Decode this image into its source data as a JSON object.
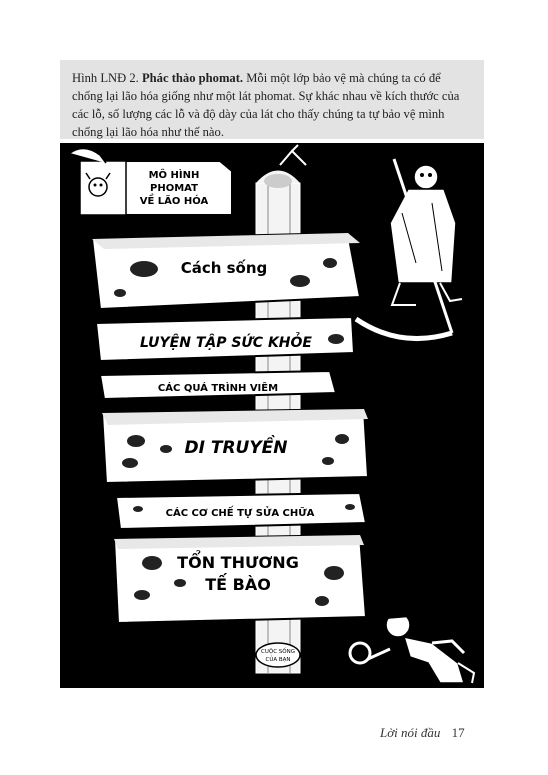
{
  "caption": {
    "figure_label": "Hình LNĐ 2.",
    "figure_title": "Phác thảo phomat.",
    "text": "Mỗi một lớp bảo vệ mà chúng ta có để chống lại lão hóa giống như một lát phomat. Sự khác nhau về kích thước của các lỗ, số lượng các lỗ và độ dày của lát cho thấy chúng ta tự bảo vệ mình chống lại lão hóa như thế nào."
  },
  "illustration": {
    "box_label": [
      "MÔ HÌNH",
      "PHOMAT",
      "VỀ LÃO HÓA"
    ],
    "slices": [
      "Cách sống",
      "LUYỆN TẬP SỨC KHỎE",
      "CÁC QUÁ TRÌNH VIÊM",
      "DI TRUYỀN",
      "CÁC CƠ CHẾ TỰ SỬA CHỮA",
      "TỔN THƯƠNG",
      "TẾ BÀO"
    ],
    "tag": [
      "CUỘC SỐNG",
      "CỦA BẠN"
    ]
  },
  "footer": {
    "section_title": "Lời nói đầu",
    "page_number": "17"
  },
  "colors": {
    "caption_bg": "#e3e3e3",
    "illustration_bg": "#000000",
    "cheese": "#ffffff"
  }
}
